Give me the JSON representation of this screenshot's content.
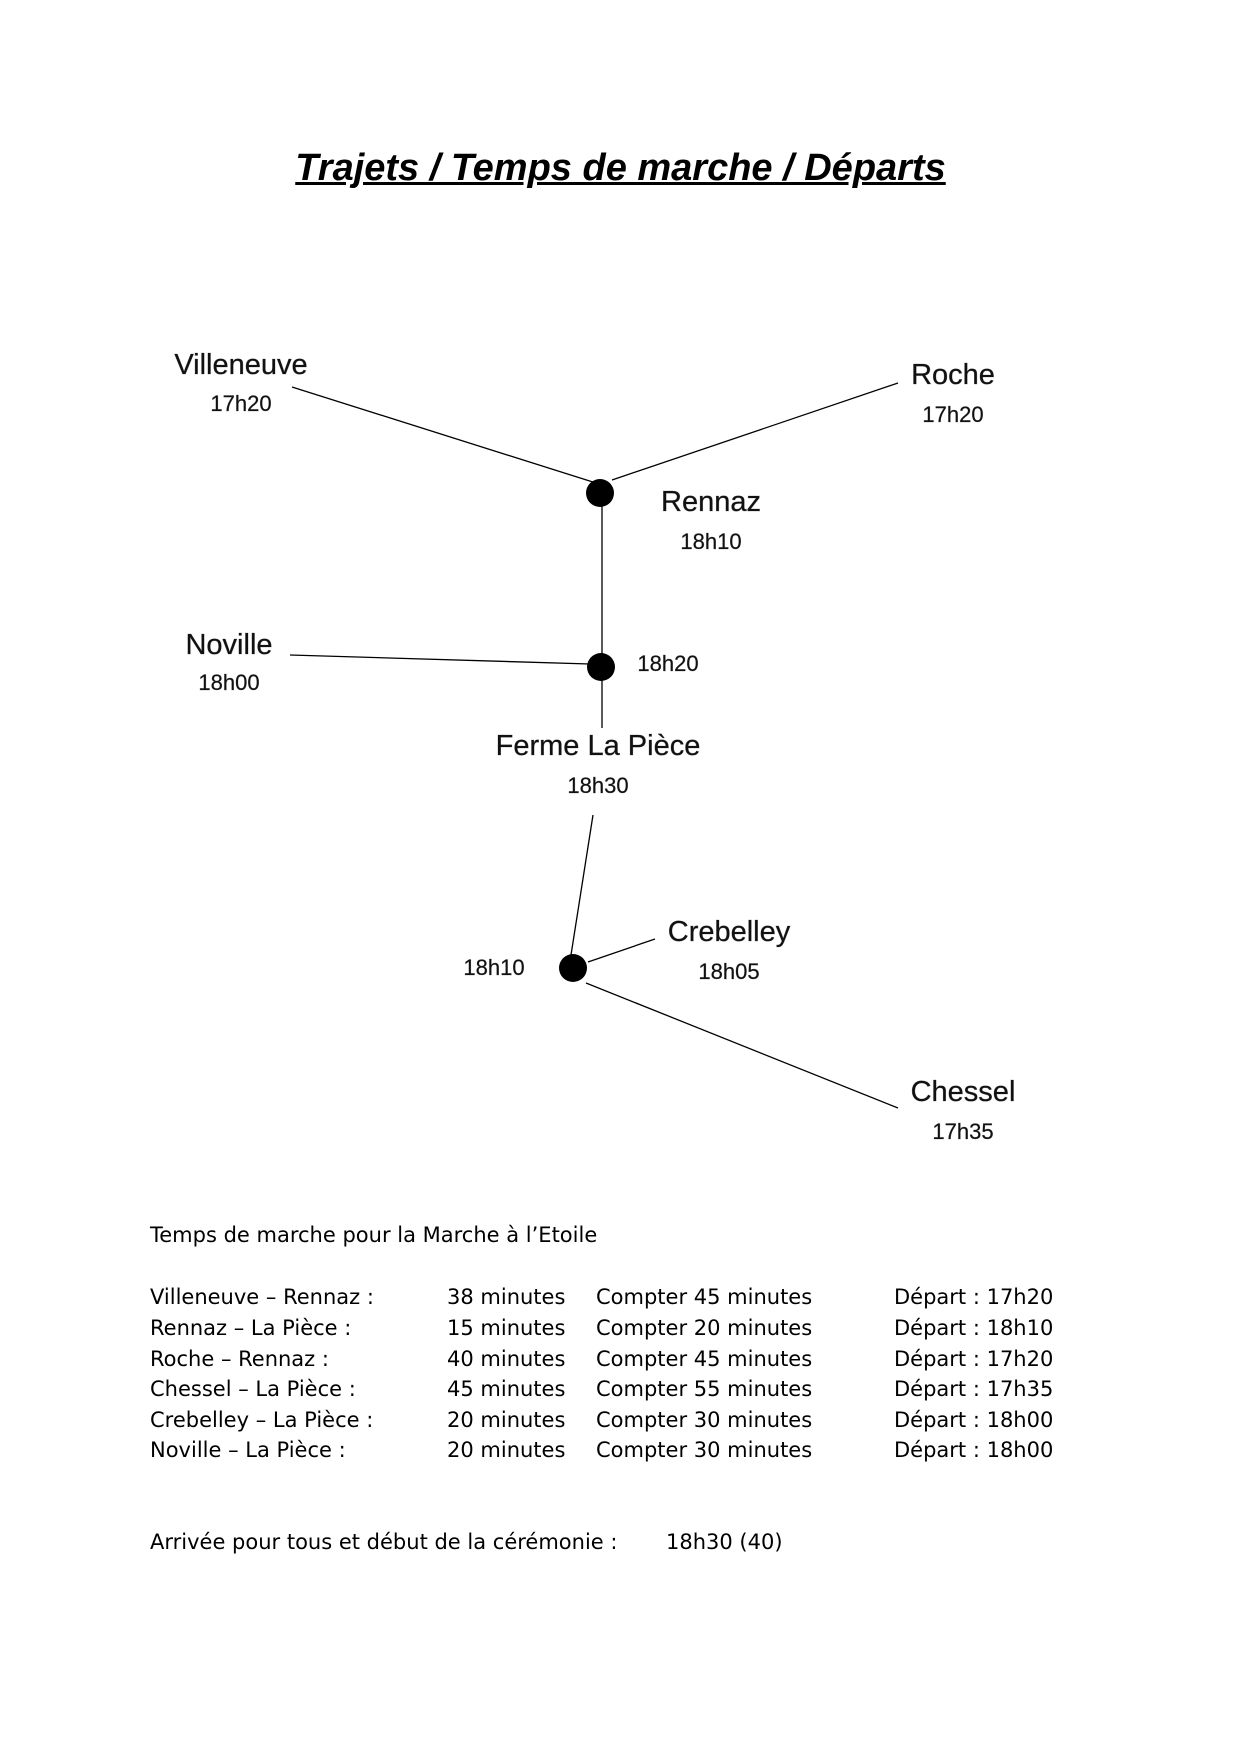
{
  "title": "Trajets / Temps de marche / Départs",
  "diagram": {
    "places": [
      {
        "name": "Villeneuve",
        "time": "17h20"
      },
      {
        "name": "Roche",
        "time": "17h20"
      },
      {
        "name": "Rennaz",
        "time": "18h10"
      },
      {
        "name": "Noville",
        "time": "18h00"
      },
      {
        "name": "Ferme La Pièce",
        "time": "18h30"
      },
      {
        "name": "Crebelley",
        "time": "18h05"
      },
      {
        "name": "Chessel",
        "time": "17h35"
      }
    ],
    "junction_times": [
      "18h20",
      "18h10"
    ]
  },
  "schedule": {
    "heading": "Temps de marche pour la Marche à l’Etoile",
    "rows": [
      {
        "route": "Villeneuve – Rennaz :",
        "duration": "38 minutes",
        "planned": "Compter 45 minutes",
        "departure": "Départ : 17h20"
      },
      {
        "route": "Rennaz – La Pièce :",
        "duration": "15 minutes",
        "planned": "Compter 20 minutes",
        "departure": "Départ : 18h10"
      },
      {
        "route": "Roche – Rennaz :",
        "duration": "40 minutes",
        "planned": "Compter 45 minutes",
        "departure": "Départ : 17h20"
      },
      {
        "route": "Chessel – La Pièce :",
        "duration": "45 minutes",
        "planned": "Compter 55 minutes",
        "departure": "Départ : 17h35"
      },
      {
        "route": "Crebelley – La Pièce :",
        "duration": "20 minutes",
        "planned": "Compter 30 minutes",
        "departure": "Départ : 18h00"
      },
      {
        "route": "Noville – La Pièce :",
        "duration": "20 minutes",
        "planned": "Compter 30 minutes",
        "departure": "Départ : 18h00"
      }
    ],
    "arrival_label": "Arrivée pour tous et début de la cérémonie :",
    "arrival_time": "18h30 (40)"
  }
}
